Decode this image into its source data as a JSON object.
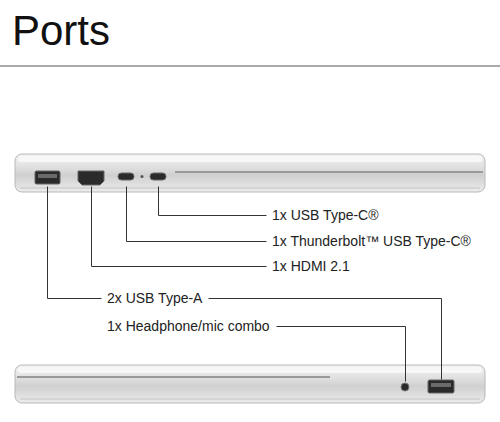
{
  "diagram": {
    "title": "Ports",
    "labels": [
      "1x USB Type-C®",
      "1x Thunderbolt™ USB Type-C®",
      "1x HDMI 2.1",
      "2x USB Type-A",
      "1x Headphone/mic combo"
    ]
  }
}
